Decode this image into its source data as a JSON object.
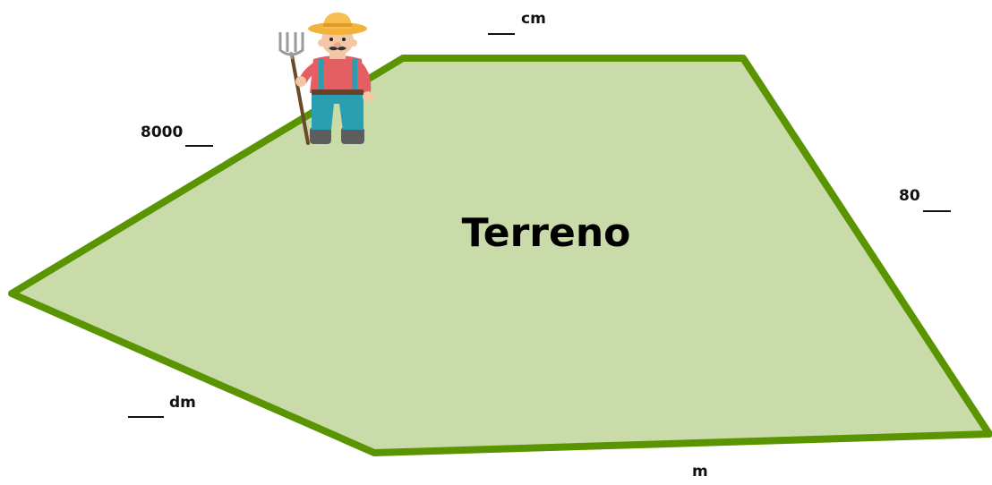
{
  "title": "Terreno",
  "colors": {
    "fill": "#c8dba8",
    "border": "#5a9400",
    "text": "#000000"
  },
  "figure": {
    "shape": "terrain-polygon",
    "icon": "farmer-with-pitchfork-icon"
  },
  "side_labels": {
    "top": {
      "value": "",
      "unit": "cm"
    },
    "top_left": {
      "value": "8000",
      "unit": ""
    },
    "right": {
      "value": "80",
      "unit": ""
    },
    "bottom_left": {
      "value": "",
      "unit": "dm"
    },
    "bottom": {
      "value": "",
      "unit": "m"
    }
  }
}
